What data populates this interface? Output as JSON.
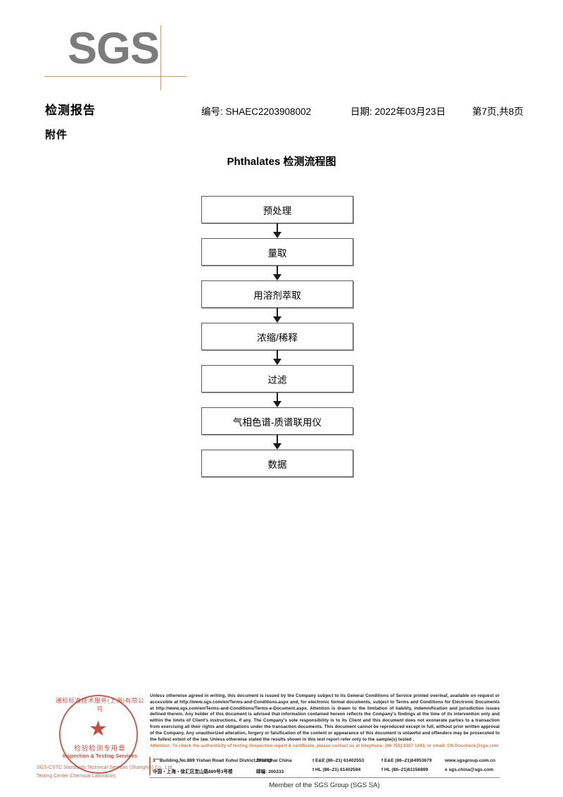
{
  "header": {
    "logo_text": "SGS",
    "doc_title": "检测报告",
    "doc_subtitle": "附件",
    "report_no": "编号: SHAEC2203908002",
    "date": "日期: 2022年03月23日",
    "page_info": "第7页,共8页"
  },
  "flowchart": {
    "title_en": "Phthalates",
    "title_cn": " 检测流程图",
    "nodes": [
      {
        "label": "预处理"
      },
      {
        "label": "量取"
      },
      {
        "label": "用溶剂萃取"
      },
      {
        "label": "浓缩/稀释"
      },
      {
        "label": "过滤"
      },
      {
        "label": "气相色谱-质谱联用仪"
      },
      {
        "label": "数据"
      }
    ]
  },
  "stamp": {
    "arc_text": "通标标准技术服务(上海)有限公司",
    "star": "★",
    "cn_label": "检验检测专用章",
    "en_label": "Inspection & Testing Services",
    "foot_line1": "SGS-CSTC Standards Technical Services (Shanghai) Co., Ltd.",
    "foot_line2": "Testing Center-Chemical Laboratory."
  },
  "footer": {
    "legal_text": "Unless otherwise agreed in writing, this document is issued by the Company subject to its General Conditions of Service printed overleaf, available on request or accessible at http://www.sgs.com/en/Terms-and-Conditions.aspx and, for electronic format documents, subject to Terms and Conditions for Electronic Documents at http://www.sgs.com/en/Terms-and-Conditions/Terms-e-Document.aspx. Attention is drawn to the limitation of liability, indemnification and jurisdiction issues defined therein. Any holder of this document is advised that information contained hereon reflects the Company's findings at the time of its intervention only and within the limits of Client's instructions, if any. The Company's sole responsibility is to its Client and this document does not exonerate parties to a transaction from exercising all their rights and obligations under the transaction documents. This document cannot be reproduced except in full, without prior written approval of the Company. Any unauthorized alteration, forgery or falsification of the content or appearance of this document is unlawful and offenders may be prosecuted to the fullest extent of the law. Unless otherwise stated the results shown in this test report refer only to the sample(s) tested .",
    "attention_text": "Attention: To check the authenticity of testing /inspection report & certificate, please contact us at telephone: (86-755) 8307 1443, or email: CN.Doccheck@sgs.com",
    "address_rows": [
      {
        "address": "3\"\"Building,No.889 Yishan Road Xuhui District,Shanghai China",
        "zip": "200233",
        "tel1": "t E&E (86–21) 61402553",
        "tel2": "f E&E (86–21)64953679",
        "web": "www.sgsgroup.com.cn"
      },
      {
        "address": "中国・上海・徐汇区宜山路889号3号楼",
        "zip": "邮编: 200233",
        "tel1": "t HL (86–21) 61402594",
        "tel2": "f HL (86–21)61156899",
        "web": "e  sgs.china@sgs.com"
      }
    ],
    "member_text": "Member of the SGS Group (SGS SA)"
  },
  "colors": {
    "logo_gray": "#7c7c7c",
    "logo_rule": "#c9a07a",
    "accent_orange": "#d4763a",
    "stamp_red": "#c0392b"
  }
}
